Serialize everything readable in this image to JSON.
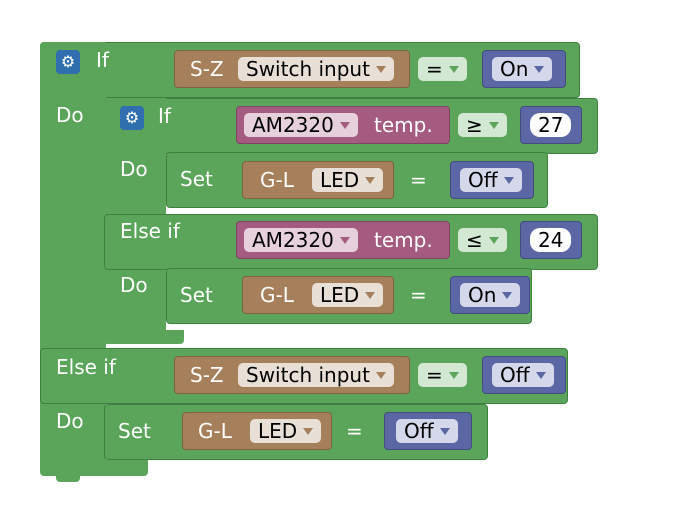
{
  "blocks": {
    "outer_if": {
      "if_label": "If",
      "do_label": "Do",
      "else_if_label": "Else if",
      "do2_label": "Do",
      "cond1": {
        "device": "S-Z",
        "field": "Switch input",
        "op": "=",
        "value": "On"
      },
      "cond2": {
        "device": "S-Z",
        "field": "Switch input",
        "op": "=",
        "value": "Off"
      },
      "set_outer": {
        "set_label": "Set",
        "device": "G-L",
        "field": "LED",
        "eq": "=",
        "value": "Off"
      }
    },
    "inner_if": {
      "if_label": "If",
      "do_label": "Do",
      "else_if_label": "Else if",
      "do2_label": "Do",
      "cond1": {
        "sensor": "AM2320",
        "measure": "temp.",
        "op": "≥",
        "value": "27"
      },
      "cond2": {
        "sensor": "AM2320",
        "measure": "temp.",
        "op": "≤",
        "value": "24"
      },
      "set1": {
        "set_label": "Set",
        "device": "G-L",
        "field": "LED",
        "eq": "=",
        "value": "Off"
      },
      "set2": {
        "set_label": "Set",
        "device": "G-L",
        "field": "LED",
        "eq": "=",
        "value": "On"
      }
    }
  },
  "colors": {
    "logic_green": "#5ba55b",
    "device_brown": "#a5805b",
    "sensor_pink": "#a55b80",
    "value_blue": "#5b67a5",
    "gear_blue": "#2f6fb0"
  },
  "icons": {
    "settings": "gear-icon"
  }
}
